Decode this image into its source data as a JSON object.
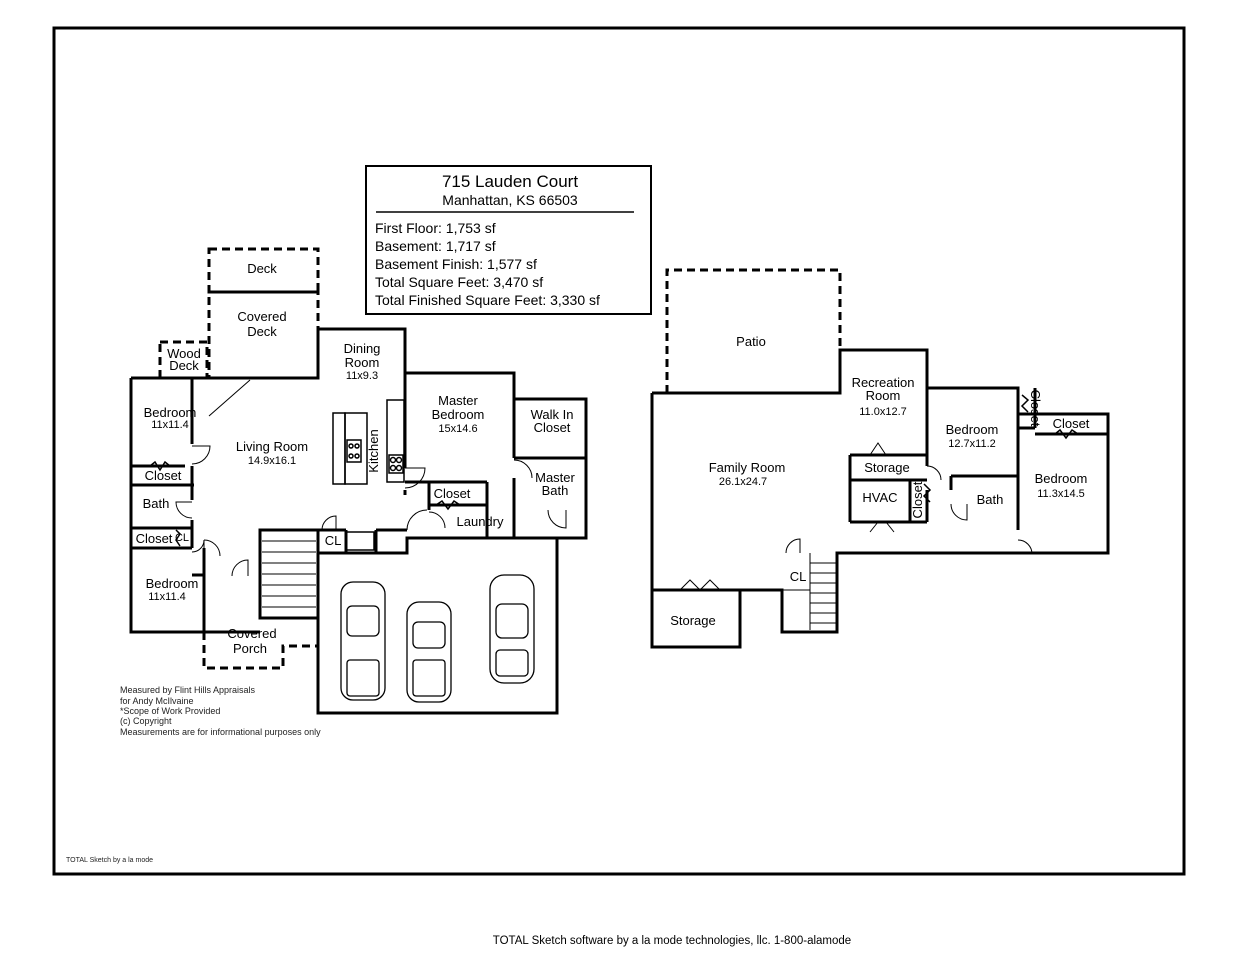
{
  "title_block": {
    "address": "715 Lauden Court",
    "city": "Manhattan, KS 66503",
    "stats": [
      "First Floor: 1,753 sf",
      "Basement: 1,717 sf",
      "Basement Finish: 1,577 sf",
      "Total Square Feet: 3,470 sf",
      "Total Finished Square Feet: 3,330 sf"
    ]
  },
  "first_floor": {
    "deck": "Deck",
    "covered_deck_1": "Covered",
    "covered_deck_2": "Deck",
    "wood_deck_1": "Wood",
    "wood_deck_2": "Deck",
    "dining_1": "Dining",
    "dining_2": "Room",
    "dining_dim": "11x9.3",
    "bedroom1": "Bedroom",
    "bedroom1_dim": "11x11.4",
    "living": "Living Room",
    "living_dim": "14.9x16.1",
    "kitchen": "Kitchen",
    "master_bed_1": "Master",
    "master_bed_2": "Bedroom",
    "master_bed_dim": "15x14.6",
    "walkin_1": "Walk In",
    "walkin_2": "Closet",
    "closet_a": "Closet",
    "bath": "Bath",
    "master_bath_1": "Master",
    "master_bath_2": "Bath",
    "closet_b": "Closet",
    "laundry": "Laundry",
    "closet_c": "Closet",
    "cl_small": "CL",
    "cl_a": "CL",
    "bedroom2": "Bedroom",
    "bedroom2_dim": "11x11.4",
    "covered_porch_1": "Covered",
    "covered_porch_2": "Porch"
  },
  "basement": {
    "patio": "Patio",
    "recreation_1": "Recreation",
    "recreation_2": "Room",
    "recreation_dim": "11.0x12.7",
    "bedroom_a": "Bedroom",
    "bedroom_a_dim": "12.7x11.2",
    "closet_v": "Closet",
    "closet_h": "Closet",
    "family": "Family Room",
    "family_dim": "26.1x24.7",
    "storage_a": "Storage",
    "hvac": "HVAC",
    "closet_hvac": "Closet",
    "bath": "Bath",
    "bedroom_b": "Bedroom",
    "bedroom_b_dim": "11.3x14.5",
    "cl": "CL",
    "storage_b": "Storage"
  },
  "notes": [
    "Measured by Flint Hills Appraisals",
    "for Andy McIlvaine",
    "*Scope of Work Provided",
    "(c) Copyright",
    "Measurements are for informational purposes only"
  ],
  "frame_credit": "TOTAL Sketch by a la mode",
  "footer": "TOTAL Sketch software by a la mode technologies, llc. 1-800-alamode",
  "colors": {
    "line": "#000000",
    "background": "#ffffff"
  }
}
